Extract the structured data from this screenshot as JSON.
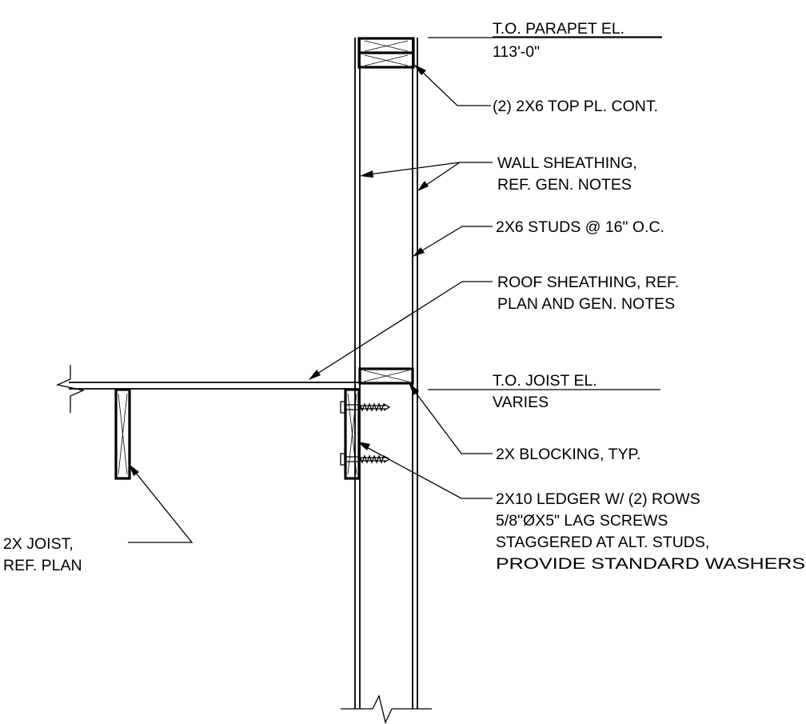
{
  "elevations": {
    "parapet": {
      "title": "T.O. PARAPET EL.",
      "value": "113'-0\""
    },
    "joist": {
      "title": "T.O. JOIST EL.",
      "value": "VARIES"
    }
  },
  "callouts": {
    "top_plate": "(2) 2X6 TOP PL. CONT.",
    "wall_sheathing": [
      "WALL SHEATHING,",
      "REF. GEN. NOTES"
    ],
    "studs": "2X6 STUDS @ 16\" O.C.",
    "roof_sheathing": [
      "ROOF SHEATHING, REF.",
      "PLAN AND GEN. NOTES"
    ],
    "blocking": "2X BLOCKING, TYP.",
    "ledger": [
      "2X10 LEDGER W/ (2) ROWS",
      "5/8\"ØX5\" LAG SCREWS",
      "STAGGERED AT ALT. STUDS,",
      "PROVIDE STANDARD WASHERS"
    ],
    "joist": [
      "2X JOIST,",
      "REF. PLAN"
    ]
  }
}
